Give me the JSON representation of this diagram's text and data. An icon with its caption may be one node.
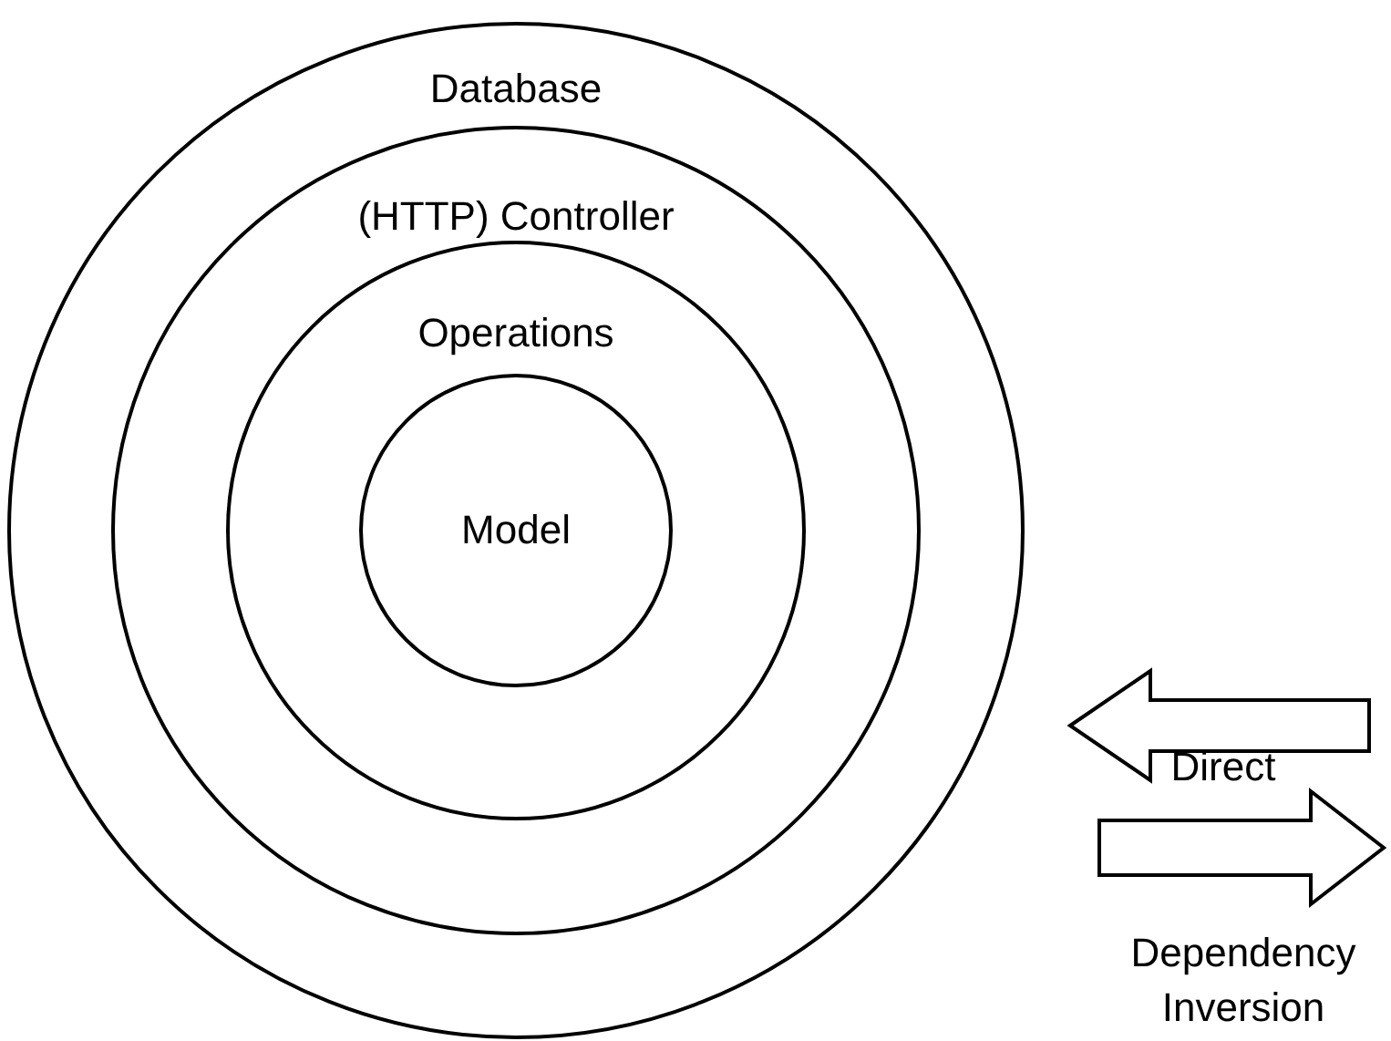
{
  "diagram": {
    "nodes": [
      {
        "text": [
          "Database"
        ]
      },
      {
        "text": [
          "(HTTP) Controller"
        ],
        "in": 0
      },
      {
        "text": [
          "Operations"
        ],
        "in": 1
      },
      {
        "text": [
          "Model"
        ],
        "in": 2
      }
    ],
    "legend": [
      {
        "text": "Direct"
      },
      {
        "text": "Dependency Inversion"
      }
    ]
  }
}
